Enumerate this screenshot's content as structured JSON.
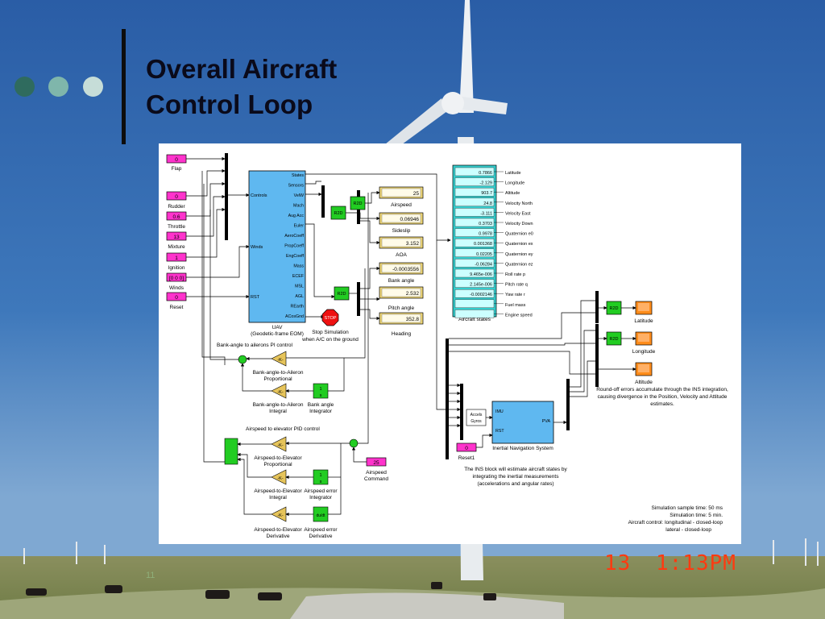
{
  "slide": {
    "title_line1": "Overall Aircraft",
    "title_line2": "Control Loop",
    "slide_number": "11",
    "camera_date": "13",
    "camera_time": "1:13PM"
  },
  "colors": {
    "accent_dark": "#2f6b5e",
    "accent_mid": "#7fb6ab",
    "accent_light": "#c6ddd8",
    "input_block": "#ff33cc",
    "r2d_block": "#22cc22",
    "display_block": "#f0d878",
    "scope_block": "#ff8c1a",
    "uav_block": "#5fb8f0",
    "gain_block": "#e6c45a",
    "stop_block": "#ee1111"
  },
  "inputs": [
    {
      "value": "0",
      "label": "Flap"
    },
    {
      "value": "0",
      "label": "Rudder"
    },
    {
      "value": "0.6",
      "label": "Throttle"
    },
    {
      "value": "13",
      "label": "Mixture"
    },
    {
      "value": "1",
      "label": "Ignition"
    },
    {
      "value": "[0 0 0]",
      "label": "Winds"
    },
    {
      "value": "0",
      "label": "Reset"
    }
  ],
  "uav": {
    "label_line1": "UAV",
    "label_line2": "(Geodetic-frame EOM)",
    "in_controls": "Controls",
    "in_winds": "Winds",
    "in_rst": "RST",
    "outputs": [
      "States",
      "Sensors",
      "VelW",
      "Mach",
      "Aug Acc",
      "Euler",
      "AeroCoeff",
      "PropCoeff",
      "EngCoeff",
      "Mass",
      "ECEF",
      "MSL",
      "AGL",
      "REarth",
      "ACosGnd"
    ]
  },
  "displays": [
    {
      "value": "25",
      "label": "Airspeed"
    },
    {
      "value": "0.06946",
      "label": "Sideslip"
    },
    {
      "value": "3.152",
      "label": "AOA"
    },
    {
      "value": "-0.0003556",
      "label": "Bank angle"
    },
    {
      "value": "2.532",
      "label": "Pitch angle"
    },
    {
      "value": "352.8",
      "label": "Heading"
    }
  ],
  "r2d": "R2D",
  "stop": {
    "block": "STOP",
    "label_line1": "Stop Simulation",
    "label_line2": "when A/C on the ground"
  },
  "aircraft_states": {
    "label": "Aircraft states",
    "values": [
      "0.7866",
      "-2.129",
      "903.7",
      "24.8",
      "-3.111",
      "0.3703",
      "0.9978",
      "0.001368",
      "0.02205",
      "-0.06284",
      "9.465e-006",
      "2.145e-006",
      "-0.0002146",
      "",
      ""
    ],
    "names": [
      "Latitude",
      "Longitude",
      "Altitude",
      "Velocity  North",
      "Velocity  East",
      "Velocity  Down",
      "Quaternion e0",
      "Quaternion ex",
      "Quaternion ey",
      "Quaternion ez",
      "Roll rate p",
      "Pitch rate q",
      "Yaw rate r",
      "Fuel mass",
      "Engine speed"
    ]
  },
  "scopes": [
    {
      "label": "Latitude"
    },
    {
      "label": "Longitude"
    },
    {
      "label": "Altitude"
    }
  ],
  "ins": {
    "in_imu": "IMU",
    "in_rst": "RST",
    "in_mux_line1": "Accels",
    "in_mux_line2": "Gyros",
    "out": "PVA",
    "label": "Inertial Navigation System",
    "reset_value": "0",
    "reset_label": "Reset1",
    "note_line1": "Round-off errors accumulate through the INS integration,",
    "note_line2": "causing divergence in the Position, Velocity and Attitude",
    "note_line3": "estimates.",
    "desc_line1": "The INS block will estimate aircraft states by",
    "desc_line2": "integrating the inertial measurements",
    "desc_line3": "(accelerations and angular rates)"
  },
  "bank_pi": {
    "title": "Bank-angle to ailerons PI control",
    "gain": "-K-",
    "prop_line1": "Bank-angle-to-Aileron",
    "prop_line2": "Proportional",
    "int_line1": "Bank-angle-to-Aileron",
    "int_line2": "Integral",
    "integrator_line1": "Bank angle",
    "integrator_line2": "Integrator",
    "int_symbol_top": "1",
    "int_symbol_bot": "s"
  },
  "airspeed_pid": {
    "title": "Airspeed to elevator PID control",
    "prop_line1": "Airspeed-to-Elevator",
    "prop_line2": "Proportional",
    "int_line1": "Airspeed-to-Elevator",
    "int_line2": "Integral",
    "der_line1": "Airspeed-to-Elevator",
    "der_line2": "Derivative",
    "integrator_line1": "Airspeed error",
    "integrator_line2": "Integrator",
    "derivative_line1": "Airspeed error",
    "derivative_line2": "Derivative",
    "derivative_symbol": "du/dt",
    "command_value": "25",
    "command_line1": "Airspeed",
    "command_line2": "Command"
  },
  "sim_info": {
    "line1": "Simulation sample time: 50 ms",
    "line2": "Simulation time: 5 min.",
    "line3": "Aircraft control: longitudinal - closed-loop",
    "line4": "lateral - closed-loop"
  }
}
